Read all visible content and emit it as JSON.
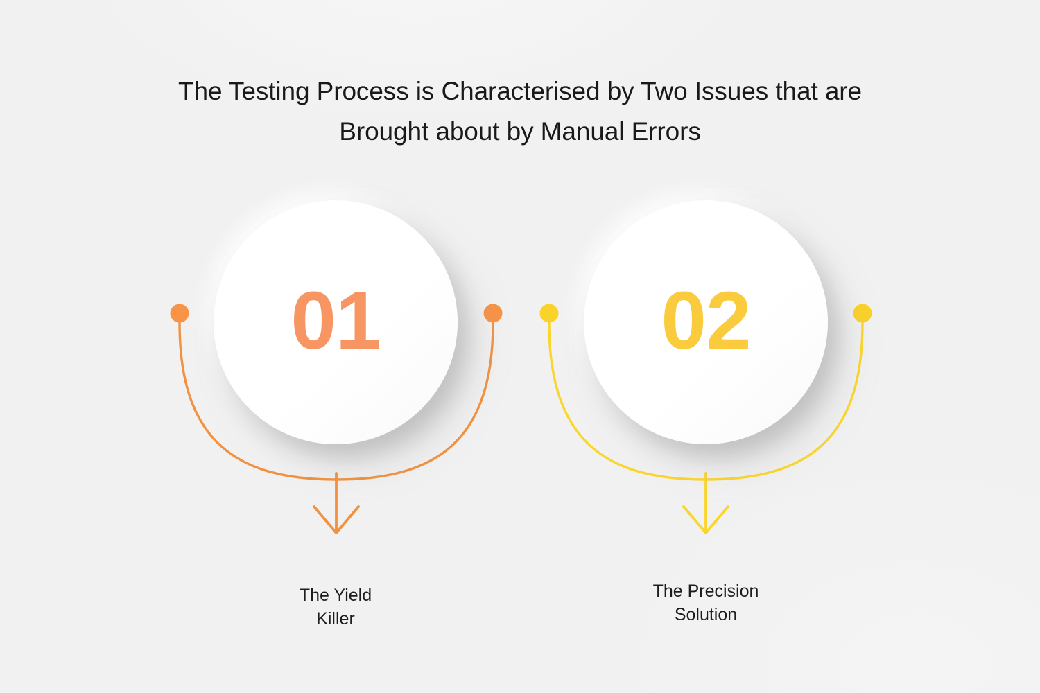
{
  "background_color": "#f1f1f1",
  "title": {
    "line1": "The Testing Process is Characterised by Two Issues that are",
    "line2": "Brought about by Manual Errors",
    "color": "#191919"
  },
  "steps": [
    {
      "number": "01",
      "label_line1": "The Yield",
      "label_line2": "Killer",
      "accent_color": "#f79563",
      "line_color": "#f2913f",
      "dot_color": "#f89347",
      "label_color": "#1d1d1d"
    },
    {
      "number": "02",
      "label_line1": "The Precision",
      "label_line2": "Solution",
      "accent_color": "#facb3c",
      "line_color": "#fad62c",
      "dot_color": "#fad22c",
      "label_color": "#1d1d1d"
    }
  ],
  "connectors": {
    "left_dot_icon": "endpoint-dot",
    "right_dot_icon": "endpoint-dot",
    "arrow_icon": "arrow-down-icon",
    "arc_icon": "curved-arc"
  }
}
